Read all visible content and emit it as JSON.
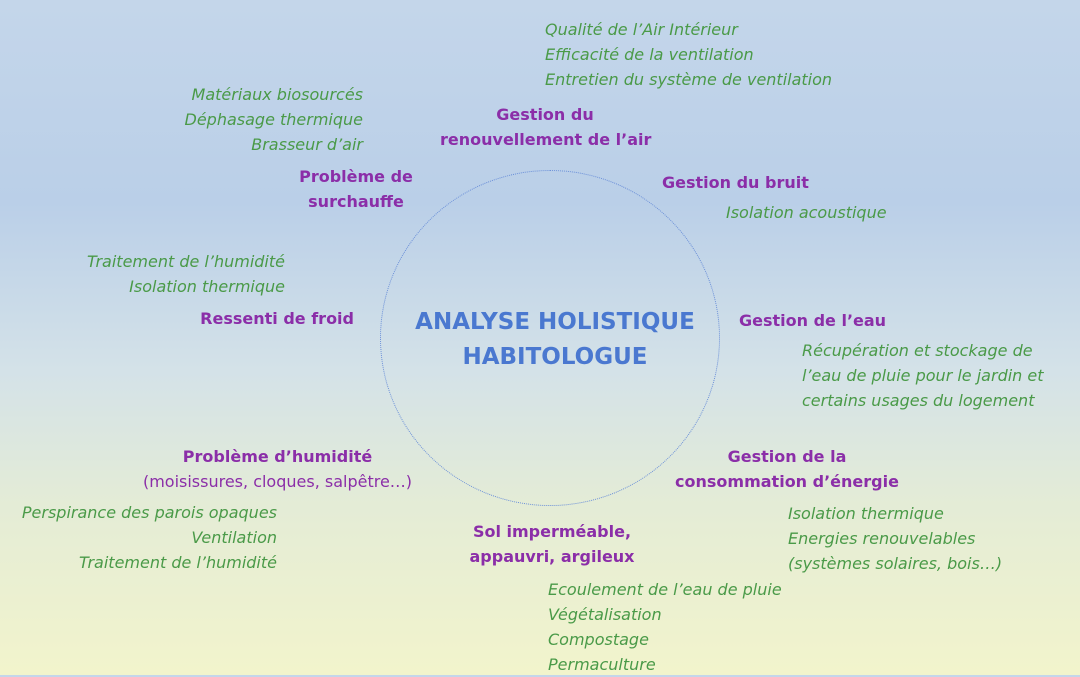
{
  "center": {
    "line1": "ANALYSE HOLISTIQUE",
    "line2": "HABITOLOGUE"
  },
  "topics": {
    "air": {
      "lines": [
        "Gestion du",
        "renouvellement de l’air"
      ],
      "solutions": [
        "Qualité de l’Air Intérieur",
        "Efficacité de la ventilation",
        "Entretien du système de ventilation"
      ]
    },
    "surchauffe": {
      "lines": [
        "Problème de",
        "surchauffe"
      ],
      "solutions": [
        "Matériaux biosourcés",
        "Déphasage thermique",
        "Brasseur d’air"
      ]
    },
    "bruit": {
      "lines": [
        "Gestion du bruit"
      ],
      "solutions": [
        "Isolation acoustique"
      ]
    },
    "froid": {
      "lines": [
        "Ressenti de froid"
      ],
      "solutions": [
        "Traitement de l’humidité",
        "Isolation thermique"
      ]
    },
    "eau": {
      "lines": [
        "Gestion de l’eau"
      ],
      "solutions": [
        "Récupération et stockage de",
        "l’eau de pluie pour le jardin et",
        "certains usages du logement"
      ]
    },
    "humidite": {
      "lines": [
        "Problème d’humidité"
      ],
      "sub": "(moisissures, cloques, salpêtre…)",
      "solutions": [
        "Perspirance des parois opaques",
        "Ventilation",
        "Traitement de l’humidité"
      ]
    },
    "energie": {
      "lines": [
        "Gestion de la",
        "consommation d’énergie"
      ],
      "solutions": [
        "Isolation thermique",
        "Energies renouvelables",
        "(systèmes solaires, bois…)"
      ]
    },
    "sol": {
      "lines": [
        "Sol imperméable,",
        "appauvri, argileux"
      ],
      "solutions": [
        "Ecoulement de l’eau de pluie",
        "Végétalisation",
        "Compostage",
        "Permaculture"
      ]
    }
  }
}
